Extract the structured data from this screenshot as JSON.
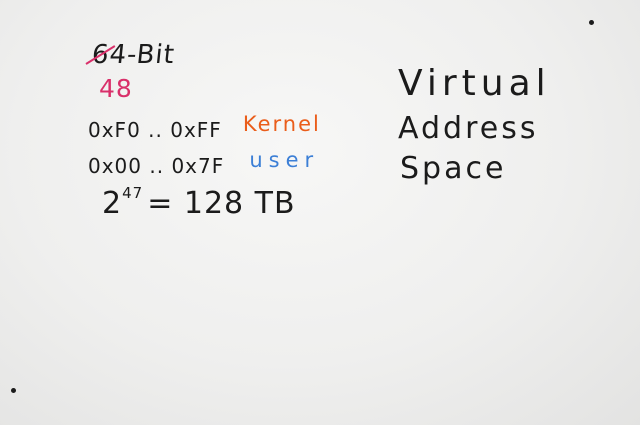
{
  "whiteboard": {
    "title": "64-Bit",
    "correction": "48",
    "kernel_range": "0xF0 .. 0xFF",
    "kernel_label": "Kernel",
    "user_range": "0x00 .. 0x7F",
    "user_label": "user",
    "calc_base": "2",
    "calc_exponent": "47",
    "calc_result": "= 128 TB",
    "heading_line1": "Virtual",
    "heading_line2": "Address",
    "heading_line3": "Space"
  },
  "colors": {
    "board": "#efefee",
    "ink_black": "#1b1b1b",
    "ink_pink": "#d9306a",
    "ink_orange": "#ea5d1a",
    "ink_blue": "#3c7fd6"
  }
}
